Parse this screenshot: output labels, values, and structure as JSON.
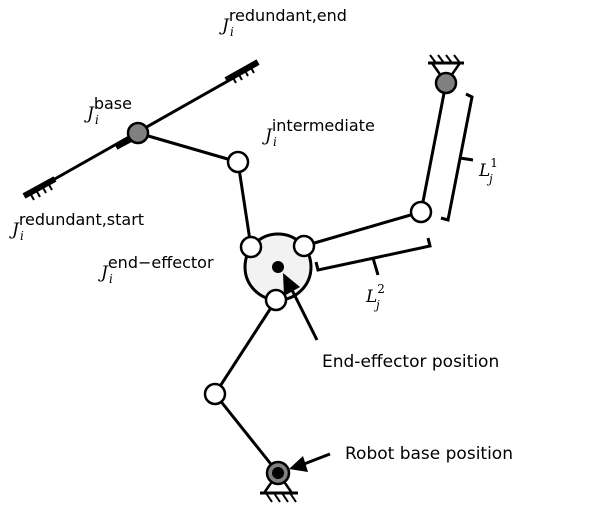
{
  "labels": {
    "redundant_end": {
      "symbol": "J",
      "sub": "i",
      "sup": "redundant,end"
    },
    "base": {
      "symbol": "J",
      "sub": "i",
      "sup": "base"
    },
    "intermediate": {
      "symbol": "J",
      "sub": "i",
      "sup": "intermediate"
    },
    "redundant_start": {
      "symbol": "J",
      "sub": "i",
      "sup": "redundant,start"
    },
    "end_effector": {
      "symbol": "J",
      "sub": "i",
      "sup": "end−effector"
    },
    "link1": {
      "symbol": "L",
      "sub": "j",
      "sup": "1"
    },
    "link2": {
      "symbol": "L",
      "sub": "j",
      "sup": "2"
    }
  },
  "captions": {
    "end_effector_position": "End-effector position",
    "robot_base_position": "Robot base position"
  },
  "colors": {
    "stroke": "#000000",
    "joint_fill": "#ffffff",
    "grey_joint": "#808080",
    "platform_fill": "#f2f2f2"
  }
}
